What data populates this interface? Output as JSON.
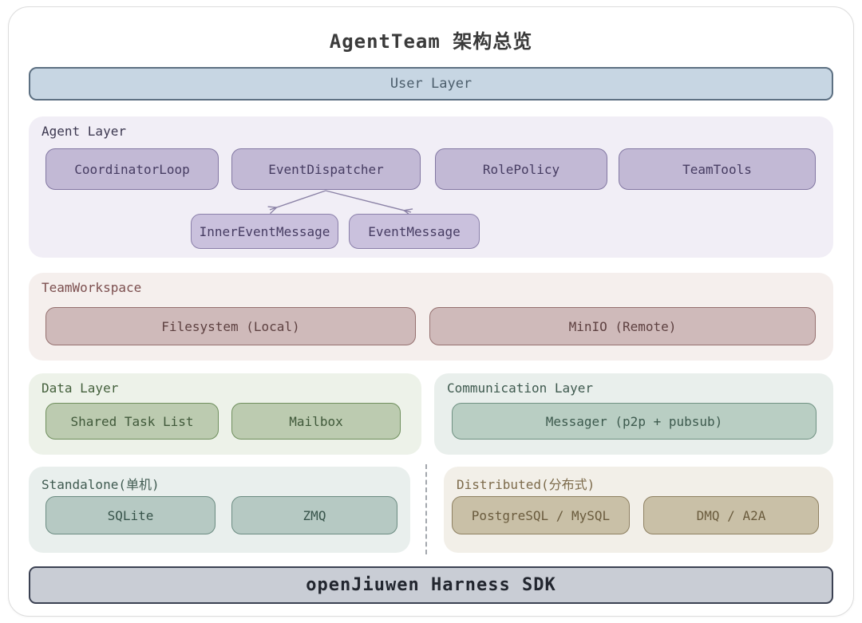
{
  "title": "AgentTeam 架构总览",
  "palette": {
    "user_fill": "#c7d6e3",
    "user_border": "#5d7082",
    "agent_fill": "#c2b9d5",
    "agent_border": "#8277a2",
    "agent_bg": "#f1eef6",
    "workspace_fill": "#cfbaba",
    "workspace_bg": "#f5efed",
    "data_fill": "#bccbb0",
    "data_bg": "#edf2e9",
    "comm_fill": "#b9cec3",
    "comm_bg": "#e9efec",
    "standalone_fill": "#b6c9c3",
    "standalone_bg": "#e9efed",
    "distributed_fill": "#c9c0a7",
    "distributed_bg": "#f2efe8",
    "sdk_fill": "#c9cdd5",
    "sdk_border": "#3b4152",
    "arrow": "#8b82a6"
  },
  "layers": {
    "user": {
      "label": "User Layer"
    },
    "agent": {
      "label": "Agent Layer",
      "boxes": [
        "CoordinatorLoop",
        "EventDispatcher",
        "RolePolicy",
        "TeamTools"
      ],
      "messages": [
        "InnerEventMessage",
        "EventMessage"
      ]
    },
    "workspace": {
      "label": "TeamWorkspace",
      "boxes": [
        "Filesystem (Local)",
        "MinIO (Remote)"
      ]
    },
    "data": {
      "label": "Data Layer",
      "boxes": [
        "Shared Task List",
        "Mailbox"
      ]
    },
    "comm": {
      "label": "Communication Layer",
      "boxes": [
        "Messager (p2p + pubsub)"
      ]
    },
    "standalone": {
      "label": "Standalone(单机)",
      "boxes": [
        "SQLite",
        "ZMQ"
      ]
    },
    "distributed": {
      "label": "Distributed(分布式)",
      "boxes": [
        "PostgreSQL / MySQL",
        "DMQ / A2A"
      ]
    },
    "sdk": {
      "label": "openJiuwen Harness SDK"
    }
  }
}
